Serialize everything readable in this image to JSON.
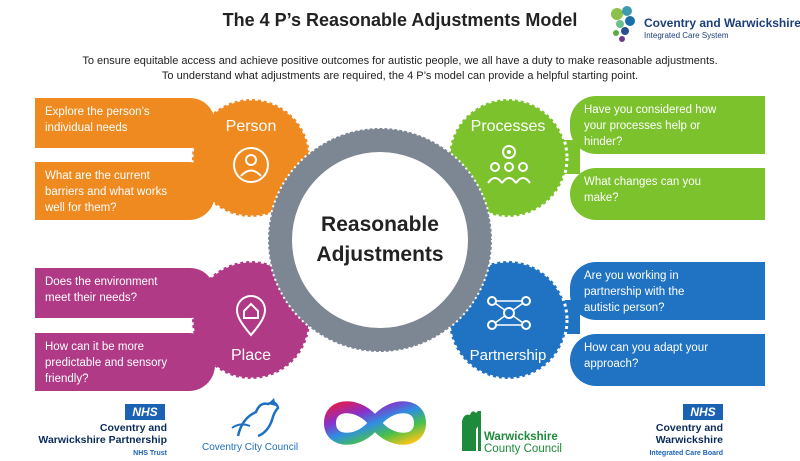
{
  "header": {
    "title": "The 4 P’s Reasonable Adjustments Model",
    "intro_line1": "To ensure equitable access and achieve positive outcomes for autistic people, we all have a duty to make reasonable adjustments.",
    "intro_line2": "To understand what adjustments are required, the 4 P’s model can provide a helpful starting point."
  },
  "org_logo": {
    "name": "Coventry and Warwickshire",
    "sub": "Integrated Care System"
  },
  "center": {
    "line1": "Reasonable",
    "line2": "Adjustments"
  },
  "quadrants": {
    "person": {
      "label": "Person",
      "color": "#ee8a1f",
      "q1": [
        "Explore the person’s",
        "individual needs"
      ],
      "q2": [
        "What are the current",
        "barriers and what works",
        "well for them?"
      ]
    },
    "processes": {
      "label": "Processes",
      "color": "#7cc22d",
      "q1": [
        "Have you considered how",
        "your processes help or",
        "hinder?"
      ],
      "q2": [
        "What changes can you",
        "make?"
      ]
    },
    "place": {
      "label": "Place",
      "color": "#b13a86",
      "q1": [
        "Does the environment",
        "meet their needs?"
      ],
      "q2": [
        "How can it be more",
        "predictable and sensory",
        "friendly?"
      ]
    },
    "partnership": {
      "label": "Partnership",
      "color": "#1f73c2",
      "q1": [
        "Are you working in",
        "partnership with the",
        "autistic person?"
      ],
      "q2": [
        "How can you adapt your",
        "approach?"
      ]
    }
  },
  "footer_logos": {
    "nhs_badge": "NHS",
    "cwpt": [
      "Coventry and",
      "Warwickshire Partnership"
    ],
    "cwpt_sub": "NHS Trust",
    "coventry": "Coventry City Council",
    "warwick1": "Warwickshire",
    "warwick2": "County Council",
    "icb": [
      "Coventry and",
      "Warwickshire"
    ],
    "icb_sub": "Integrated Care Board"
  }
}
